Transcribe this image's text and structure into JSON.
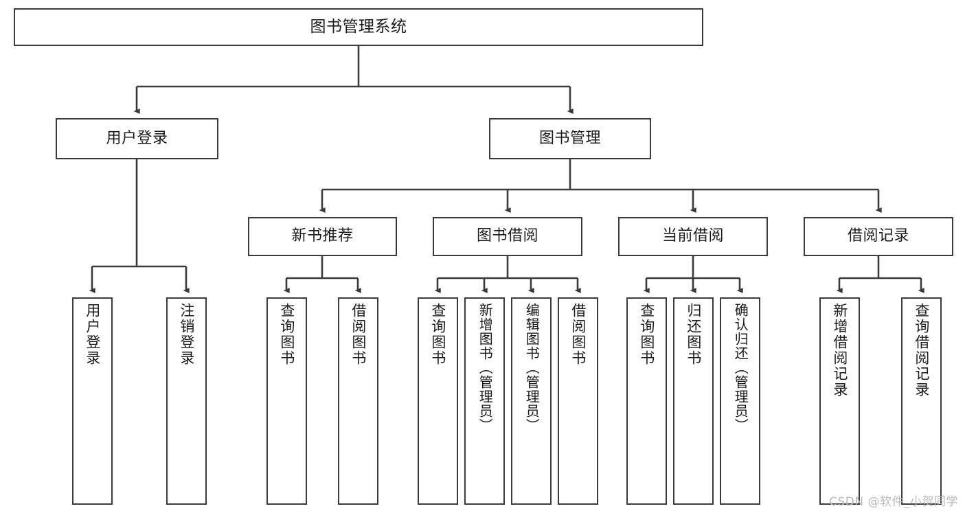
{
  "diagram": {
    "title": "图书管理系统",
    "type": "tree-hierarchy-chart",
    "colors": {
      "stroke": "#3b3b3b",
      "fill": "#ffffff",
      "text": "#1b1b1b",
      "watermark": "#b9b9b9"
    },
    "watermark": "CSDN @软件_小贺同学"
  },
  "nodes": {
    "root": {
      "label": "图书管理系统"
    },
    "level2": [
      {
        "id": "user-login",
        "label": "用户登录"
      },
      {
        "id": "book-manage",
        "label": "图书管理"
      }
    ],
    "level3": [
      {
        "id": "new-book-recommend",
        "label": "新书推荐"
      },
      {
        "id": "book-borrow",
        "label": "图书借阅"
      },
      {
        "id": "current-borrow",
        "label": "当前借阅"
      },
      {
        "id": "borrow-record",
        "label": "借阅记录"
      }
    ],
    "leaves": {
      "user_login": [
        {
          "id": "leaf-user-login",
          "label": "用户登录"
        },
        {
          "id": "leaf-logout",
          "label": "注销登录"
        }
      ],
      "new_book_recommend": [
        {
          "id": "leaf-query-book-1",
          "label": "查询图书"
        },
        {
          "id": "leaf-borrow-book-1",
          "label": "借阅图书"
        }
      ],
      "book_borrow": [
        {
          "id": "leaf-query-book-2",
          "label": "查询图书"
        },
        {
          "id": "leaf-add-book",
          "label": "新增图书（管理员）"
        },
        {
          "id": "leaf-edit-book",
          "label": "编辑图书（管理员）"
        },
        {
          "id": "leaf-borrow-book-2",
          "label": "借阅图书"
        }
      ],
      "current_borrow": [
        {
          "id": "leaf-query-book-3",
          "label": "查询图书"
        },
        {
          "id": "leaf-return-book",
          "label": "归还图书"
        },
        {
          "id": "leaf-confirm-return",
          "label": "确认归还（管理员）"
        }
      ],
      "borrow_record": [
        {
          "id": "leaf-add-record",
          "label": "新增借阅记录"
        },
        {
          "id": "leaf-query-record",
          "label": "查询借阅记录"
        }
      ]
    }
  },
  "chart_data": {
    "type": "tree",
    "title": "图书管理系统",
    "root": "图书管理系统",
    "edges": [
      [
        "图书管理系统",
        "用户登录"
      ],
      [
        "图书管理系统",
        "图书管理"
      ],
      [
        "用户登录",
        "用户登录"
      ],
      [
        "用户登录",
        "注销登录"
      ],
      [
        "图书管理",
        "新书推荐"
      ],
      [
        "图书管理",
        "图书借阅"
      ],
      [
        "图书管理",
        "当前借阅"
      ],
      [
        "图书管理",
        "借阅记录"
      ],
      [
        "新书推荐",
        "查询图书"
      ],
      [
        "新书推荐",
        "借阅图书"
      ],
      [
        "图书借阅",
        "查询图书"
      ],
      [
        "图书借阅",
        "新增图书（管理员）"
      ],
      [
        "图书借阅",
        "编辑图书（管理员）"
      ],
      [
        "图书借阅",
        "借阅图书"
      ],
      [
        "当前借阅",
        "查询图书"
      ],
      [
        "当前借阅",
        "归还图书"
      ],
      [
        "当前借阅",
        "确认归还（管理员）"
      ],
      [
        "借阅记录",
        "新增借阅记录"
      ],
      [
        "借阅记录",
        "查询借阅记录"
      ]
    ],
    "levels": 4
  }
}
